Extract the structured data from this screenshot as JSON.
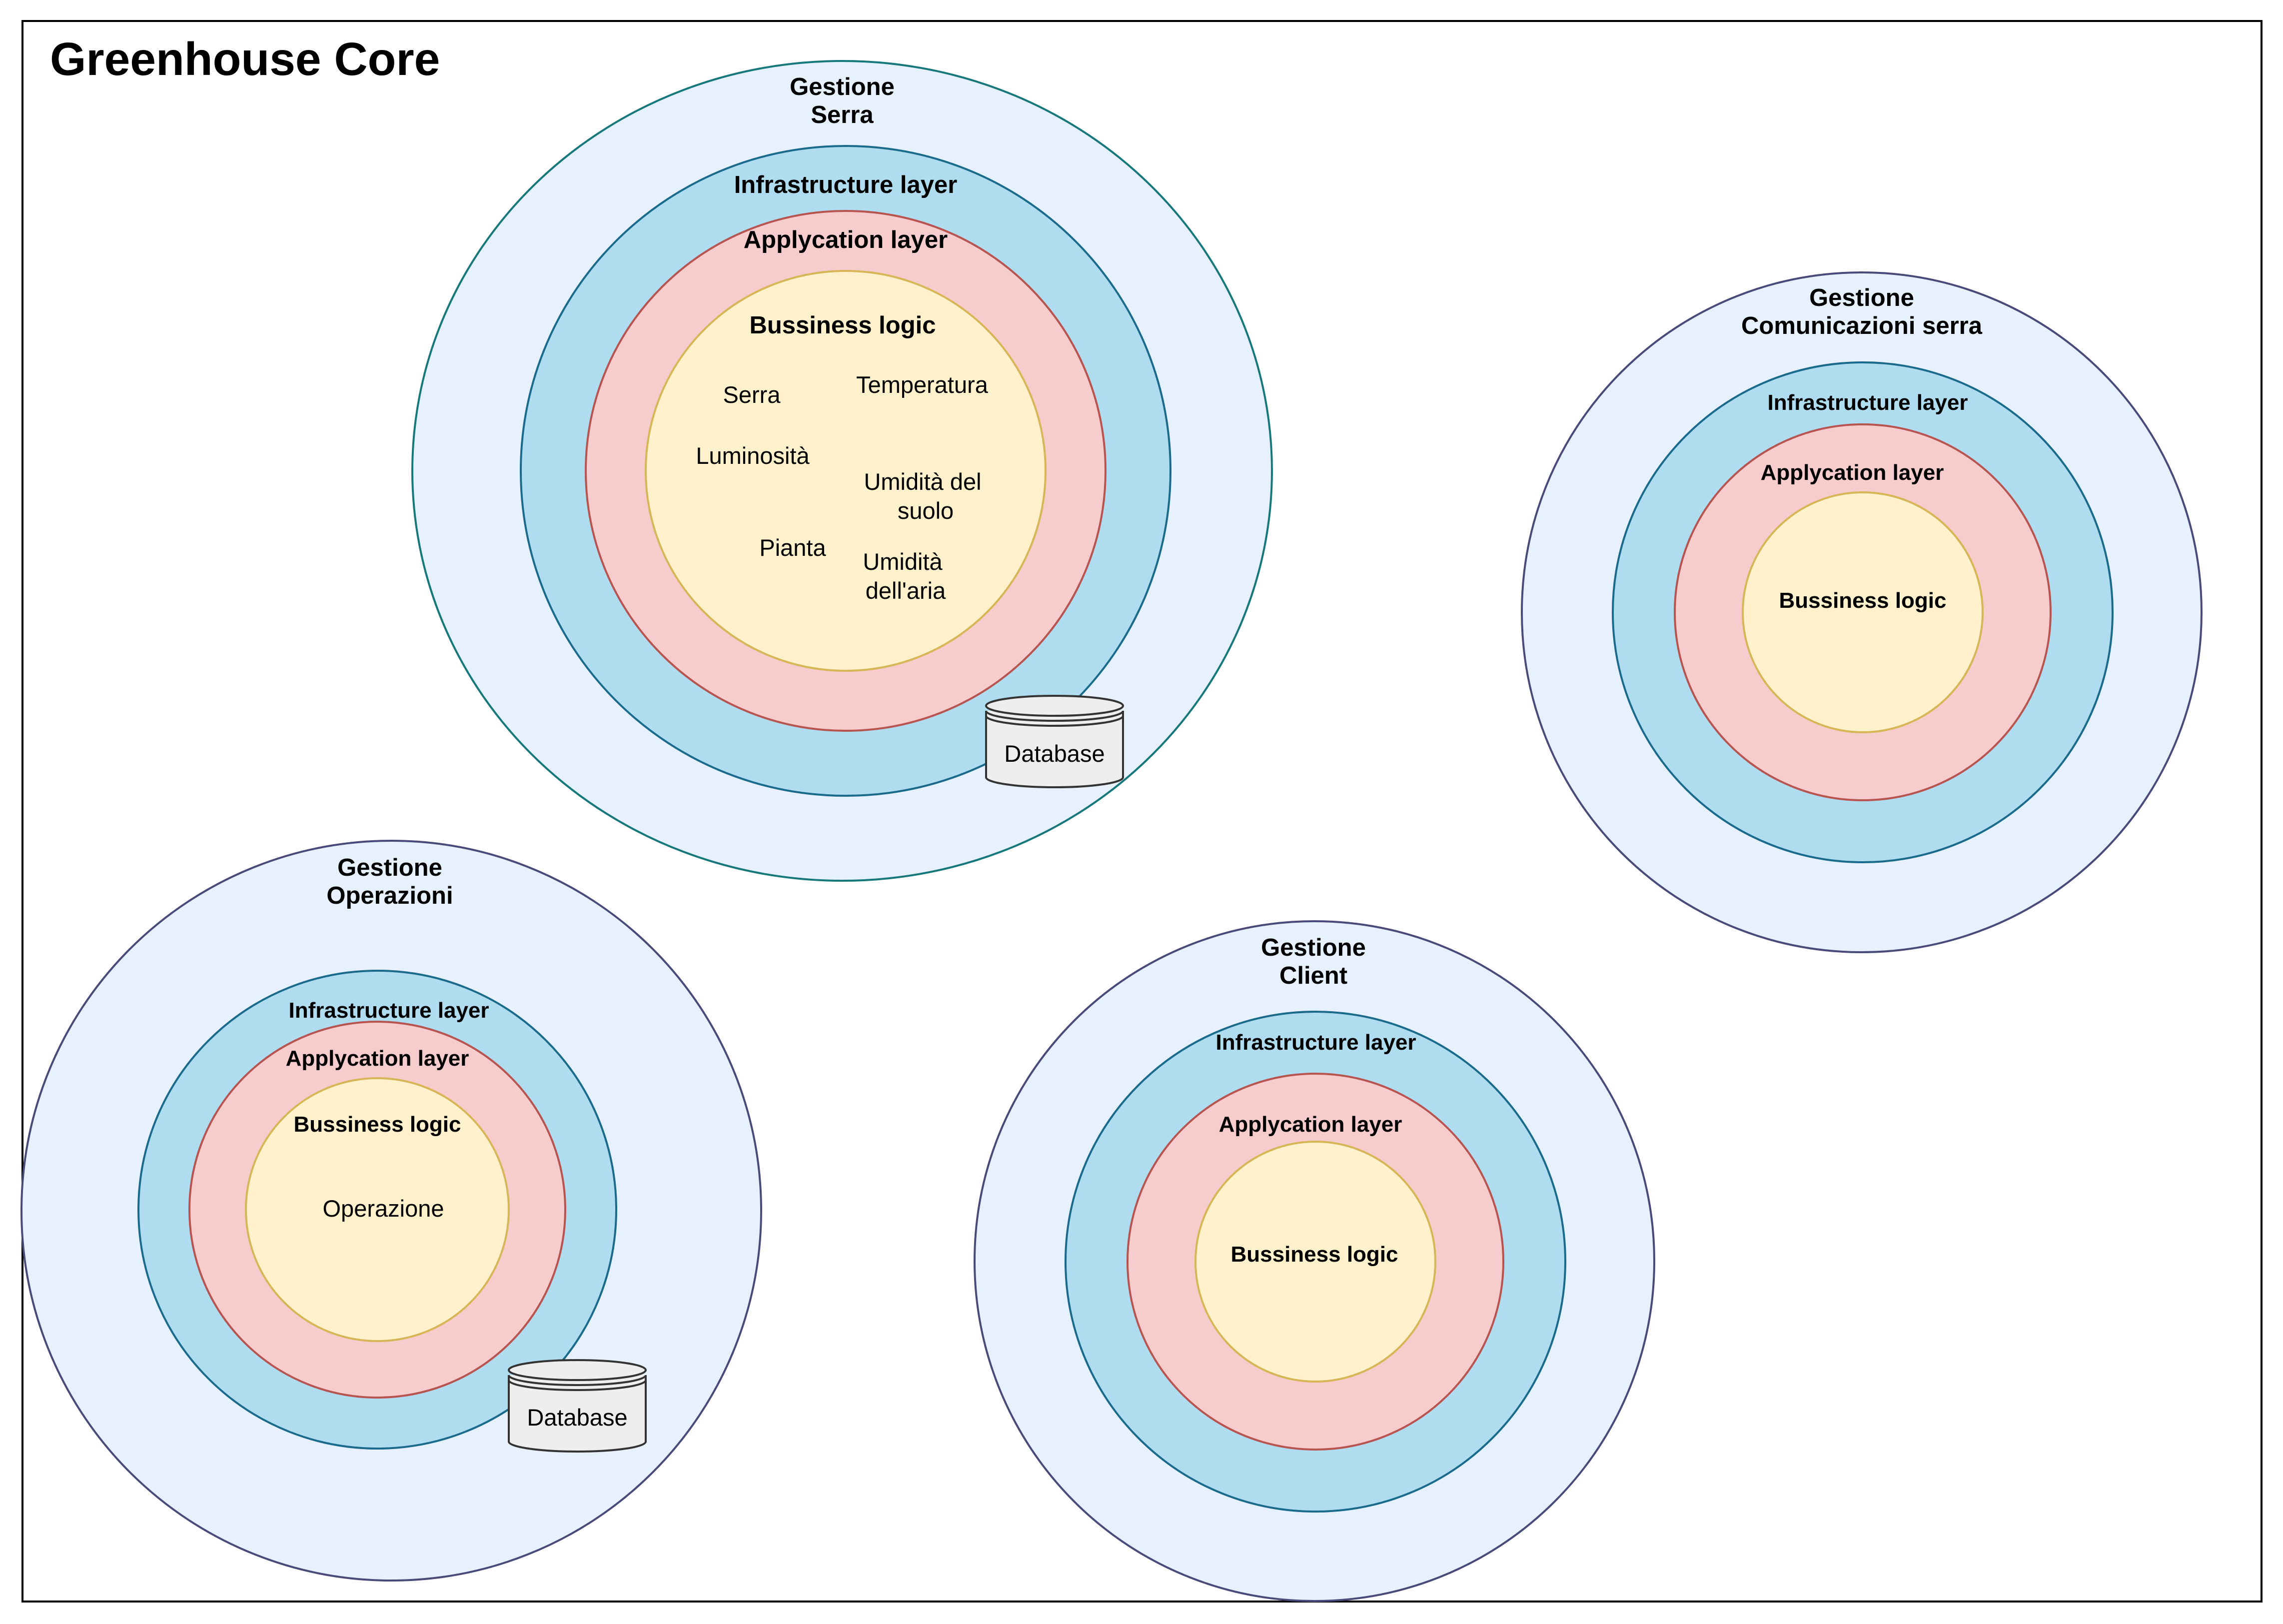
{
  "title": "Greenhouse Core",
  "colors": {
    "frame": "#000000",
    "domain_fill": "#e6f1fd",
    "domain_stroke_serra": "#17787b",
    "domain_stroke_other": "#4a4a7a",
    "infrastructure_fill": "#b0dcef",
    "infrastructure_stroke": "#1a6a8c",
    "application_fill": "#f6cccc",
    "application_stroke": "#b85450",
    "business_fill": "#fff1cc",
    "business_stroke": "#d6b656",
    "database_fill": "#eeeeee",
    "database_stroke": "#333333"
  },
  "domains": {
    "serra": {
      "title_line1": "Gestione",
      "title_line2": "Serra",
      "infrastructure": "Infrastructure layer",
      "application": "Applycation layer",
      "business": "Bussiness logic",
      "entities": {
        "serra": "Serra",
        "temperatura": "Temperatura",
        "luminosita": "Luminosità",
        "umidita_suolo_1": "Umidità del",
        "umidita_suolo_2": "suolo",
        "pianta": "Pianta",
        "umidita_aria_1": "Umidità",
        "umidita_aria_2": "dell'aria"
      },
      "database": "Database"
    },
    "comunicazioni": {
      "title_line1": "Gestione",
      "title_line2": "Comunicazioni serra",
      "infrastructure": "Infrastructure layer",
      "application": "Applycation layer",
      "business": "Bussiness logic"
    },
    "operazioni": {
      "title_line1": "Gestione",
      "title_line2": "Operazioni",
      "infrastructure": "Infrastructure layer",
      "application": "Applycation layer",
      "business": "Bussiness logic",
      "entities": {
        "operazione": "Operazione"
      },
      "database": "Database"
    },
    "client": {
      "title_line1": "Gestione",
      "title_line2": "Client",
      "infrastructure": "Infrastructure layer",
      "application": "Applycation layer",
      "business": "Bussiness logic"
    }
  }
}
